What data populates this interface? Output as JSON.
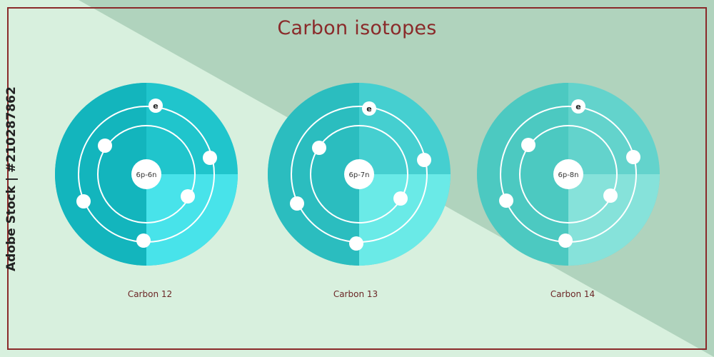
{
  "title": "Carbon isotopes",
  "watermark": "Adobe Stock | #210287862",
  "atoms": [
    {
      "name": "Carbon 12",
      "nucleus": "6p-6n",
      "electron_symbol": "e",
      "colors": {
        "dark": "#13b5bd",
        "mid": "#20c5cc",
        "light": "#48e3ea"
      }
    },
    {
      "name": "Carbon 13",
      "nucleus": "6p-7n",
      "electron_symbol": "e",
      "colors": {
        "dark": "#2bbdbf",
        "mid": "#45cfd0",
        "light": "#6aeae7"
      }
    },
    {
      "name": "Carbon 14",
      "nucleus": "6p-8n",
      "electron_symbol": "e",
      "colors": {
        "dark": "#4cc9c1",
        "mid": "#63d3cc",
        "light": "#86e2da"
      }
    }
  ]
}
